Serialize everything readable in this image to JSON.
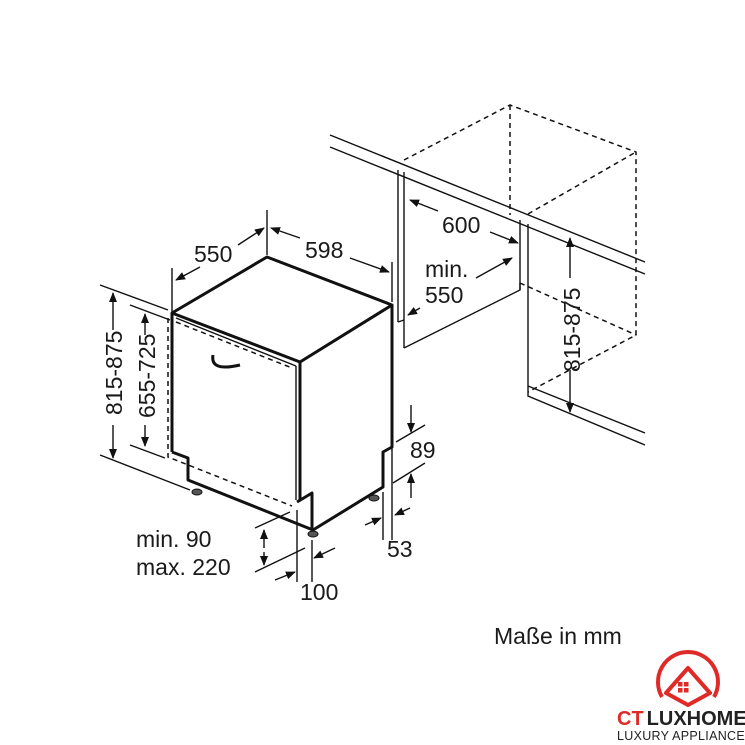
{
  "diagram": {
    "appliance_dimensions": {
      "depth": "550",
      "width": "598",
      "height_total": "815-875",
      "height_door": "655-725",
      "plinth_notch": "89",
      "plinth_depth": "53",
      "plinth_height_min": "min. 90",
      "plinth_height_max": "max. 220",
      "foot_offset": "100"
    },
    "cabinet_dimensions": {
      "niche_width": "600",
      "niche_depth_min_label": "min.",
      "niche_depth_min_value": "550",
      "niche_height": "815-875"
    },
    "units_note": "Maße in mm"
  },
  "logo": {
    "brand_part1": "CT",
    "brand_part2": "LUXHOME",
    "tagline": "LUXURY APPLIANCES",
    "color_red": "#e02a27",
    "color_dark": "#222222"
  }
}
